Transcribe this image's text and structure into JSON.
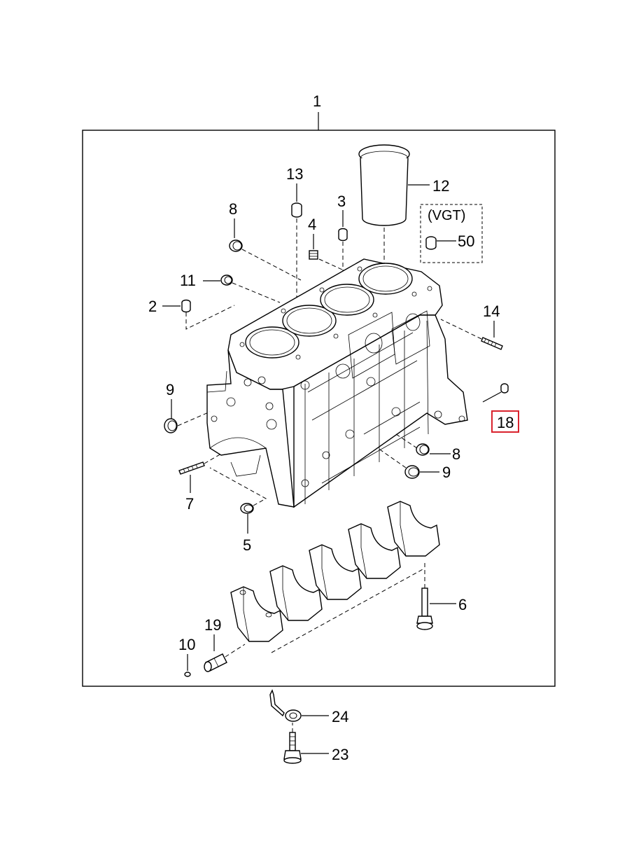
{
  "diagram": {
    "assembly_number": "1",
    "vgt_label": "(VGT)",
    "highlight_color": "#d9232d",
    "callouts": {
      "c2": "2",
      "c3": "3",
      "c4": "4",
      "c5": "5",
      "c6": "6",
      "c7": "7",
      "c8a": "8",
      "c8b": "8",
      "c9a": "9",
      "c9b": "9",
      "c10": "10",
      "c11": "11",
      "c12": "12",
      "c13": "13",
      "c14": "14",
      "c18": "18",
      "c19": "19",
      "c23": "23",
      "c24": "24",
      "c50": "50"
    }
  }
}
